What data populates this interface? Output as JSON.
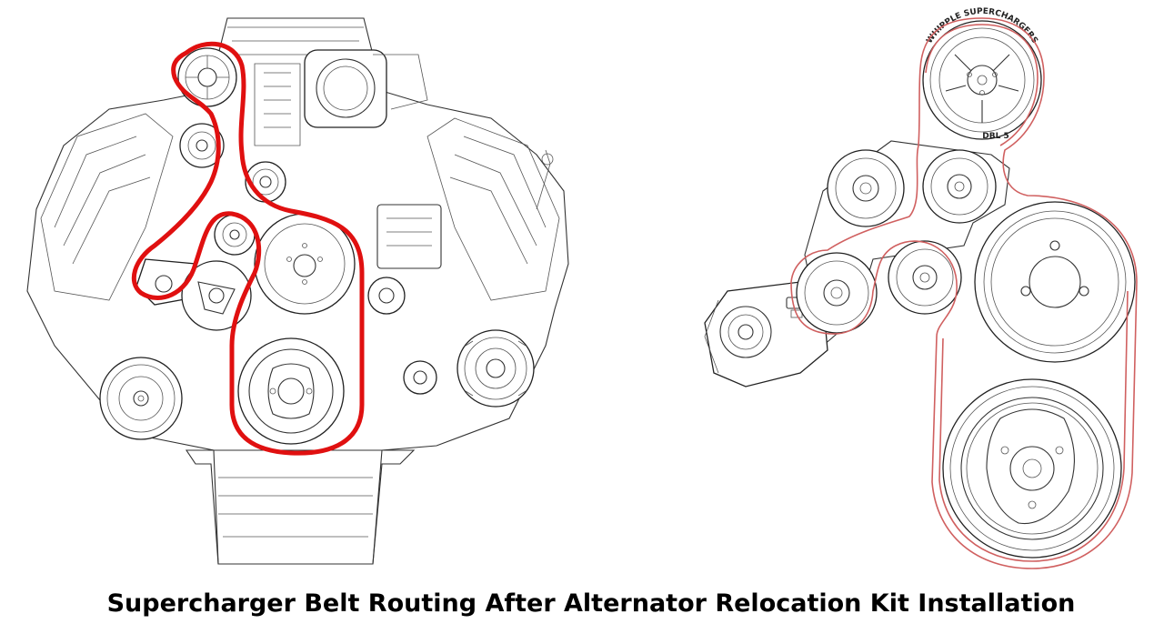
{
  "caption": "Supercharger Belt Routing After Alternator Relocation Kit Installation",
  "pulley_text": {
    "brand": "WHIPPLE SUPERCHARGERS",
    "size": "DBL 5"
  },
  "colors": {
    "belt_primary": "#e01010",
    "belt_secondary": "#d06060",
    "line": "#333333"
  }
}
